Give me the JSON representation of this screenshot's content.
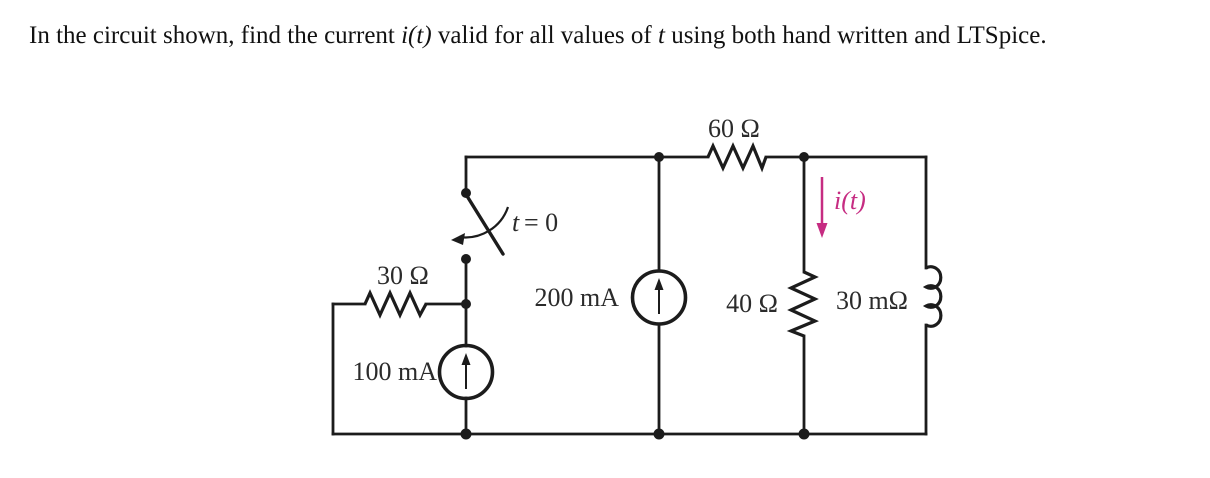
{
  "title": {
    "part1": "In the circuit shown, find the current ",
    "math1": "i(t)",
    "part2": " valid for all values of ",
    "math2": "t",
    "part3": " using both hand written and LTSpice."
  },
  "colors": {
    "accent": "#c62c82",
    "line": "#1c1c1c",
    "label": "#2b2b2b",
    "background": "#ffffff"
  },
  "circuit": {
    "labels": {
      "top_resistor": "60 Ω",
      "left_resistor": "30 Ω",
      "mid_resistor": "40 Ω",
      "inductor": "30 mΩ",
      "left_source": "100 mA",
      "mid_source": "200 mA",
      "switch_t": "t",
      "switch_eq": "= 0",
      "current": "i(t)"
    }
  }
}
